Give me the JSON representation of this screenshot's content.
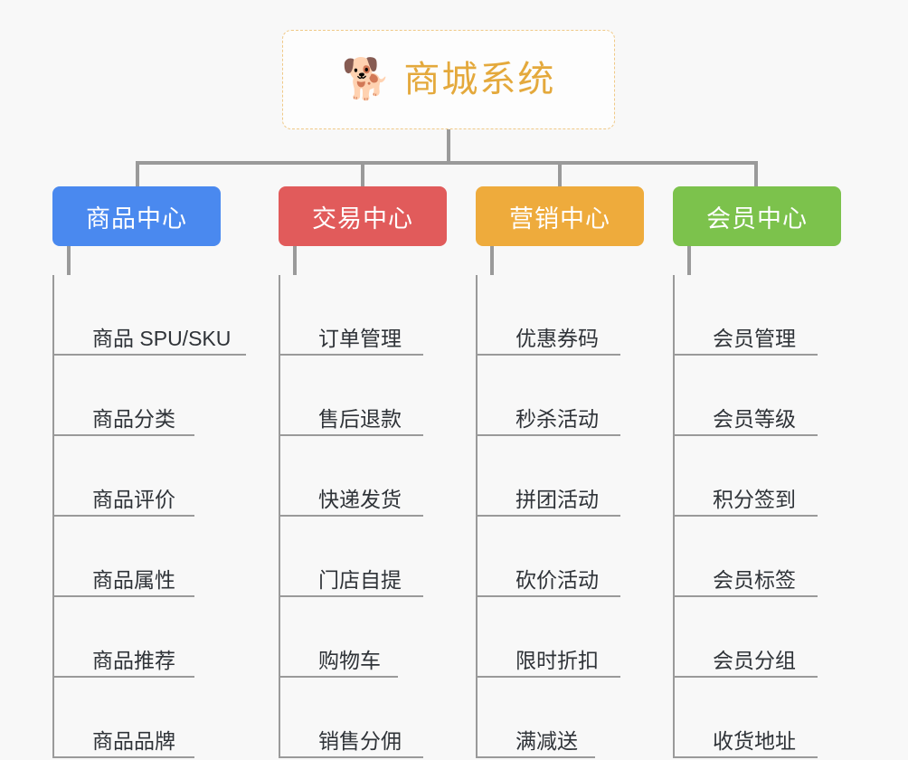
{
  "diagram": {
    "type": "organization-tree",
    "background_color": "#f8f8f8",
    "root": {
      "icon": "shiba-dog-face-icon",
      "icon_glyph": "🐕",
      "title": "商城系统",
      "title_color": "#e4a93c",
      "border_color": "#f0c987",
      "border_style": "dashed"
    },
    "connector_color": "#9a9a9a",
    "columns": [
      {
        "id": "product-center",
        "header": "商品中心",
        "color": "#4a89ef",
        "items": [
          "商品 SPU/SKU",
          "商品分类",
          "商品评价",
          "商品属性",
          "商品推荐",
          "商品品牌"
        ]
      },
      {
        "id": "trade-center",
        "header": "交易中心",
        "color": "#e15b5b",
        "items": [
          "订单管理",
          "售后退款",
          "快递发货",
          "门店自提",
          "购物车",
          "销售分佣"
        ]
      },
      {
        "id": "marketing-center",
        "header": "营销中心",
        "color": "#eeab3c",
        "items": [
          "优惠券码",
          "秒杀活动",
          "拼团活动",
          "砍价活动",
          "限时折扣",
          "满减送"
        ]
      },
      {
        "id": "member-center",
        "header": "会员中心",
        "color": "#7cc24c",
        "items": [
          "会员管理",
          "会员等级",
          "积分签到",
          "会员标签",
          "会员分组",
          "收货地址"
        ]
      }
    ]
  }
}
